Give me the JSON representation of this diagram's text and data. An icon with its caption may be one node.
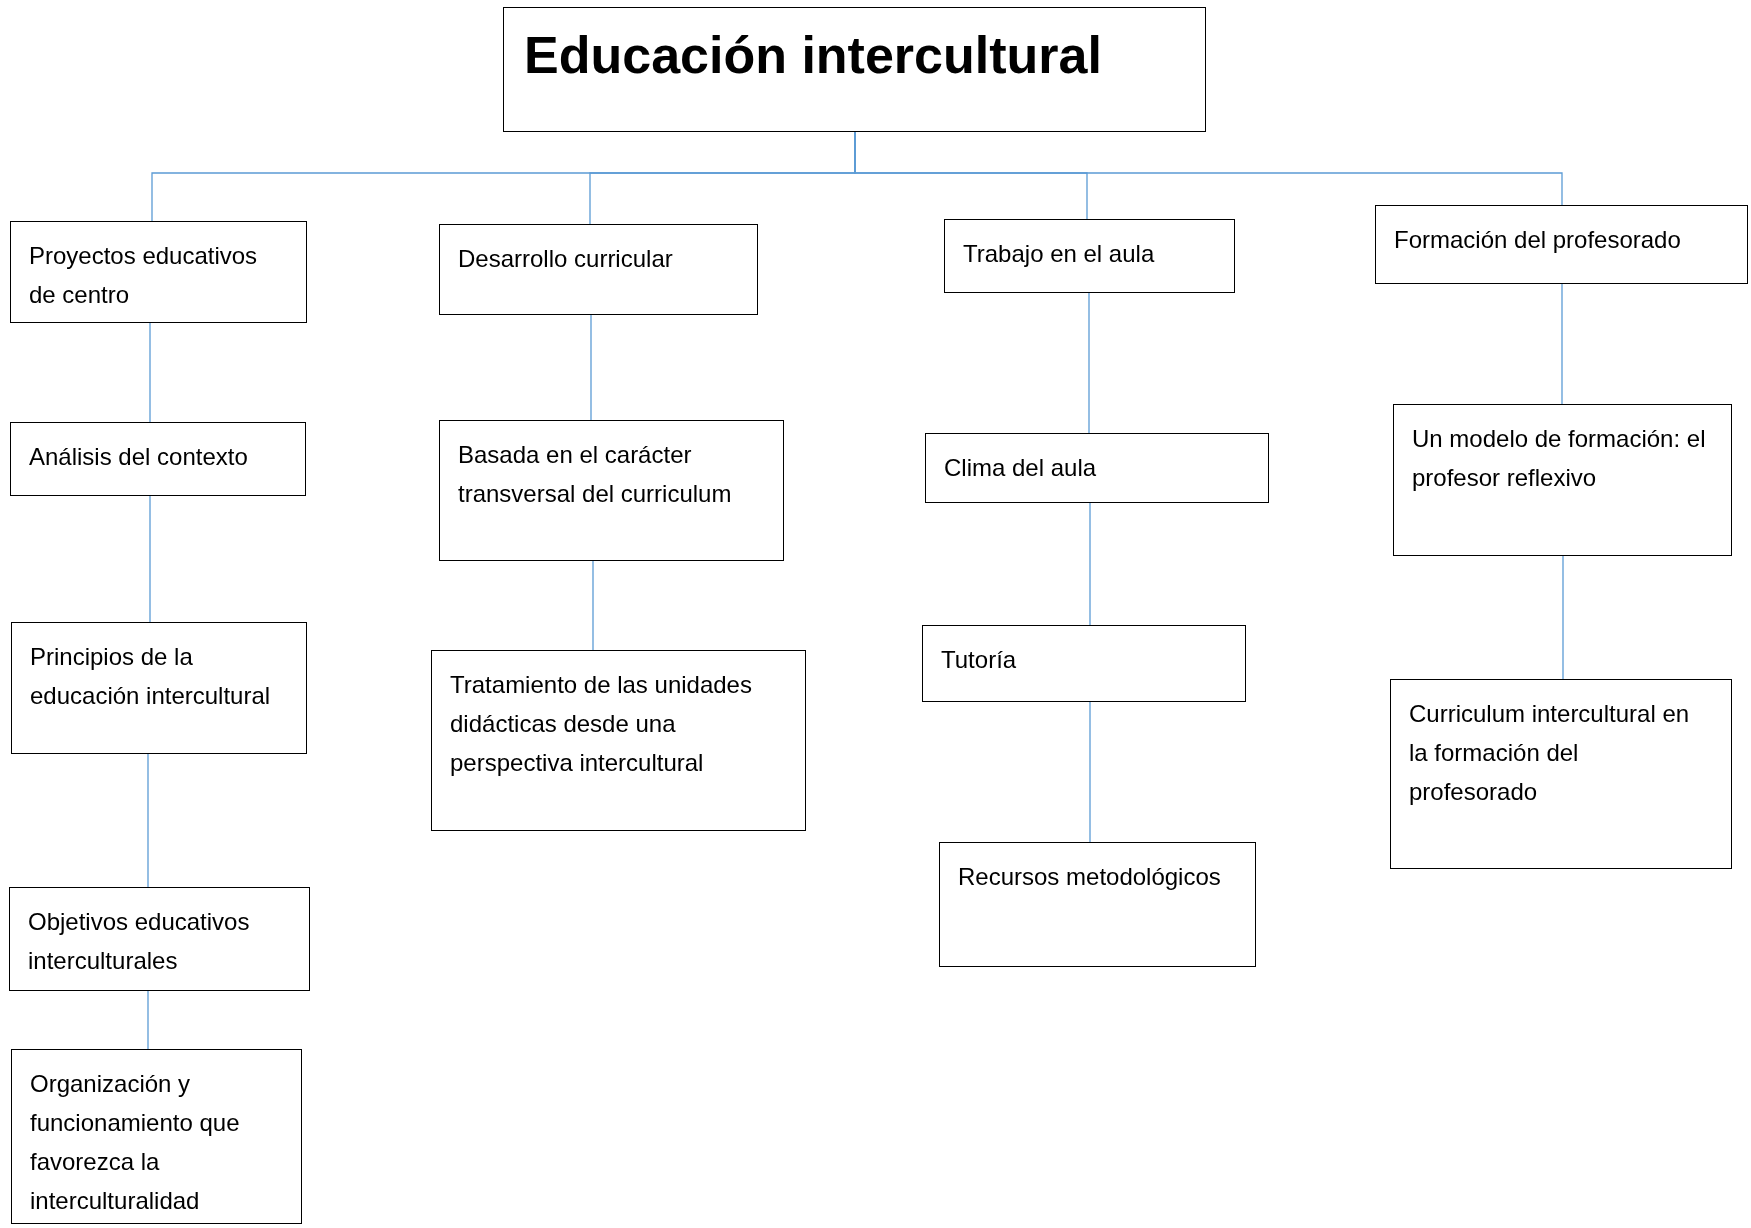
{
  "diagram": {
    "nodes": [
      {
        "text": [
          "Educación intercultural"
        ]
      },
      {
        "text": [
          "Proyectos educativos de centro"
        ]
      },
      {
        "text": [
          "Desarrollo curricular"
        ]
      },
      {
        "text": [
          "Trabajo en el aula"
        ]
      },
      {
        "text": [
          "Formación del profesorado"
        ]
      },
      {
        "text": [
          "Análisis del contexto"
        ]
      },
      {
        "text": [
          "Principios de la educación intercultural"
        ]
      },
      {
        "text": [
          "Objetivos educativos interculturales"
        ]
      },
      {
        "text": [
          "Organización y funcionamiento que favorezca la interculturalidad"
        ]
      },
      {
        "text": [
          "Basada en el carácter transversal del curriculum"
        ]
      },
      {
        "text": [
          "Tratamiento de las unidades didácticas desde una perspectiva intercultural"
        ]
      },
      {
        "text": [
          "Clima del aula"
        ]
      },
      {
        "text": [
          "Tutoría"
        ]
      },
      {
        "text": [
          "Recursos metodológicos"
        ]
      },
      {
        "text": [
          "Un modelo de formación: el profesor reflexivo"
        ]
      },
      {
        "text": [
          "Curriculum intercultural en la formación del profesorado"
        ]
      }
    ],
    "edges": [
      {
        "from": 0,
        "to": 1,
        "arrow": "none"
      },
      {
        "from": 0,
        "to": 2,
        "arrow": "none"
      },
      {
        "from": 0,
        "to": 3,
        "arrow": "none"
      },
      {
        "from": 0,
        "to": 4,
        "arrow": "none"
      },
      {
        "from": 1,
        "to": 5,
        "arrow": "none"
      },
      {
        "from": 5,
        "to": 6,
        "arrow": "none"
      },
      {
        "from": 6,
        "to": 7,
        "arrow": "none"
      },
      {
        "from": 7,
        "to": 8,
        "arrow": "none"
      },
      {
        "from": 2,
        "to": 9,
        "arrow": "none"
      },
      {
        "from": 9,
        "to": 10,
        "arrow": "none"
      },
      {
        "from": 3,
        "to": 11,
        "arrow": "none"
      },
      {
        "from": 11,
        "to": 12,
        "arrow": "none"
      },
      {
        "from": 12,
        "to": 13,
        "arrow": "none"
      },
      {
        "from": 4,
        "to": 14,
        "arrow": "none"
      },
      {
        "from": 14,
        "to": 15,
        "arrow": "none"
      }
    ]
  }
}
